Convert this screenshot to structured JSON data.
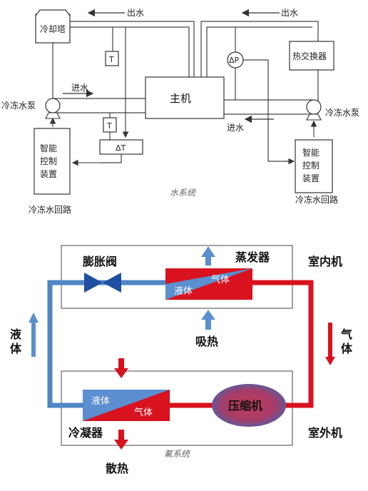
{
  "water": {
    "tower": "冷却塔",
    "main": "主机",
    "hx": "热交换器",
    "pump_left": "冷冻水泵",
    "pump_right": "冷冻水泵",
    "in_left": "进水",
    "in_right": "进水",
    "out_left": "出水",
    "out_right": "出水",
    "ctrl_left": [
      "智能",
      "控制",
      "装置"
    ],
    "ctrl_right": [
      "智能",
      "控制",
      "装置"
    ],
    "loop_left": "冷冻水回路",
    "loop_right": "冷冻水回路",
    "t1": "T",
    "t2": "T",
    "dt": "ΔT",
    "dp": "ΔP",
    "caption": "水系统"
  },
  "refrig": {
    "evaporator": "蒸发器",
    "expansion_valve": "膨胀阀",
    "indoor": "室内机",
    "outdoor": "室外机",
    "liquid_left": [
      "液",
      "体"
    ],
    "gas_right": [
      "气",
      "体"
    ],
    "absorb_heat": "吸热",
    "release_heat": "散热",
    "condenser": "冷凝器",
    "compressor": "压缩机",
    "evap_liquid": "液体",
    "evap_gas": "气体",
    "cond_liquid": "液体",
    "cond_gas": "气体",
    "caption": "氟系统",
    "colors": {
      "red": "#d8121f",
      "blue": "#4f86c6",
      "arrow_blue": "#5b8fcf"
    }
  }
}
